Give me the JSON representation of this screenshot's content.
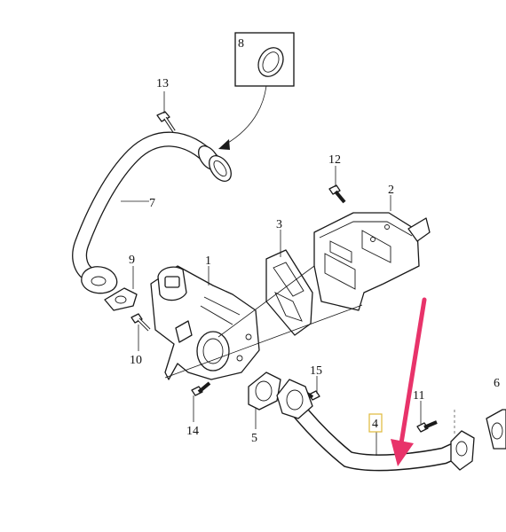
{
  "callouts": [
    {
      "id": "l1",
      "text": "1"
    },
    {
      "id": "l2",
      "text": "2"
    },
    {
      "id": "l3",
      "text": "3"
    },
    {
      "id": "l4",
      "text": "4"
    },
    {
      "id": "l5",
      "text": "5"
    },
    {
      "id": "l6",
      "text": "6"
    },
    {
      "id": "l7",
      "text": "7"
    },
    {
      "id": "l8",
      "text": "8"
    },
    {
      "id": "l9",
      "text": "9"
    },
    {
      "id": "l10",
      "text": "10"
    },
    {
      "id": "l11",
      "text": "11"
    },
    {
      "id": "l12",
      "text": "12"
    },
    {
      "id": "l13",
      "text": "13"
    },
    {
      "id": "l14",
      "text": "14"
    },
    {
      "id": "l15",
      "text": "15"
    }
  ],
  "colors": {
    "annotation_arrow": "#e8336a",
    "highlight_box": "#e0b93a",
    "line": "#1a1a1a"
  }
}
